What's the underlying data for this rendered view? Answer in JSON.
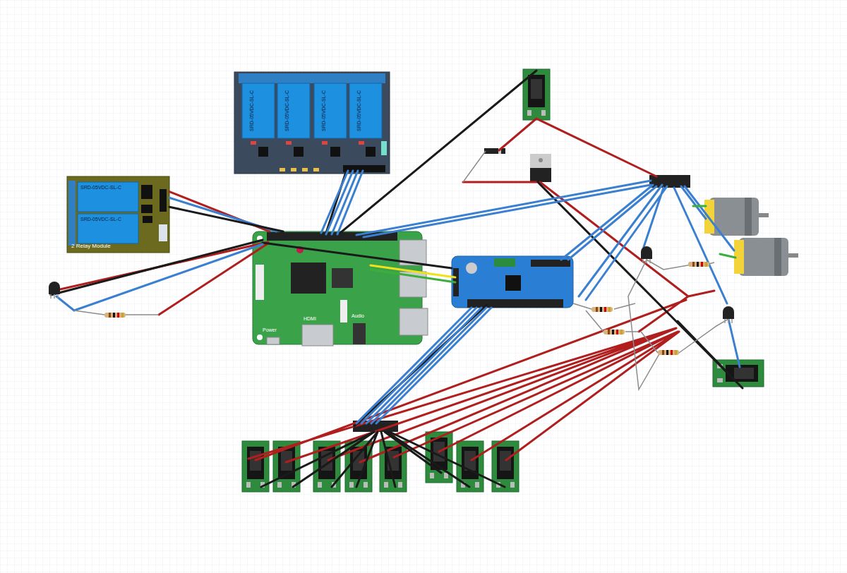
{
  "diagram": {
    "nodes": [
      {
        "text": [
          "2 Relay Module"
        ]
      },
      {
        "text": [
          "Power",
          "HDMI",
          "Audio"
        ]
      }
    ],
    "edges": [
      {
        "from": 0,
        "to": 1,
        "arrow": "none"
      },
      {
        "from": 0,
        "to": 1,
        "arrow": "none"
      },
      {
        "from": 0,
        "to": 1,
        "arrow": "none"
      }
    ],
    "labels": [
      "SRD-05VDC-SL-C",
      "SRD-05VDC-SL-C",
      "SRD-05VDC-SL-C",
      "SRD-05VDC-SL-C",
      "SRD-05VDC-SL-C",
      "SRD-05VDC-SL-C"
    ]
  }
}
